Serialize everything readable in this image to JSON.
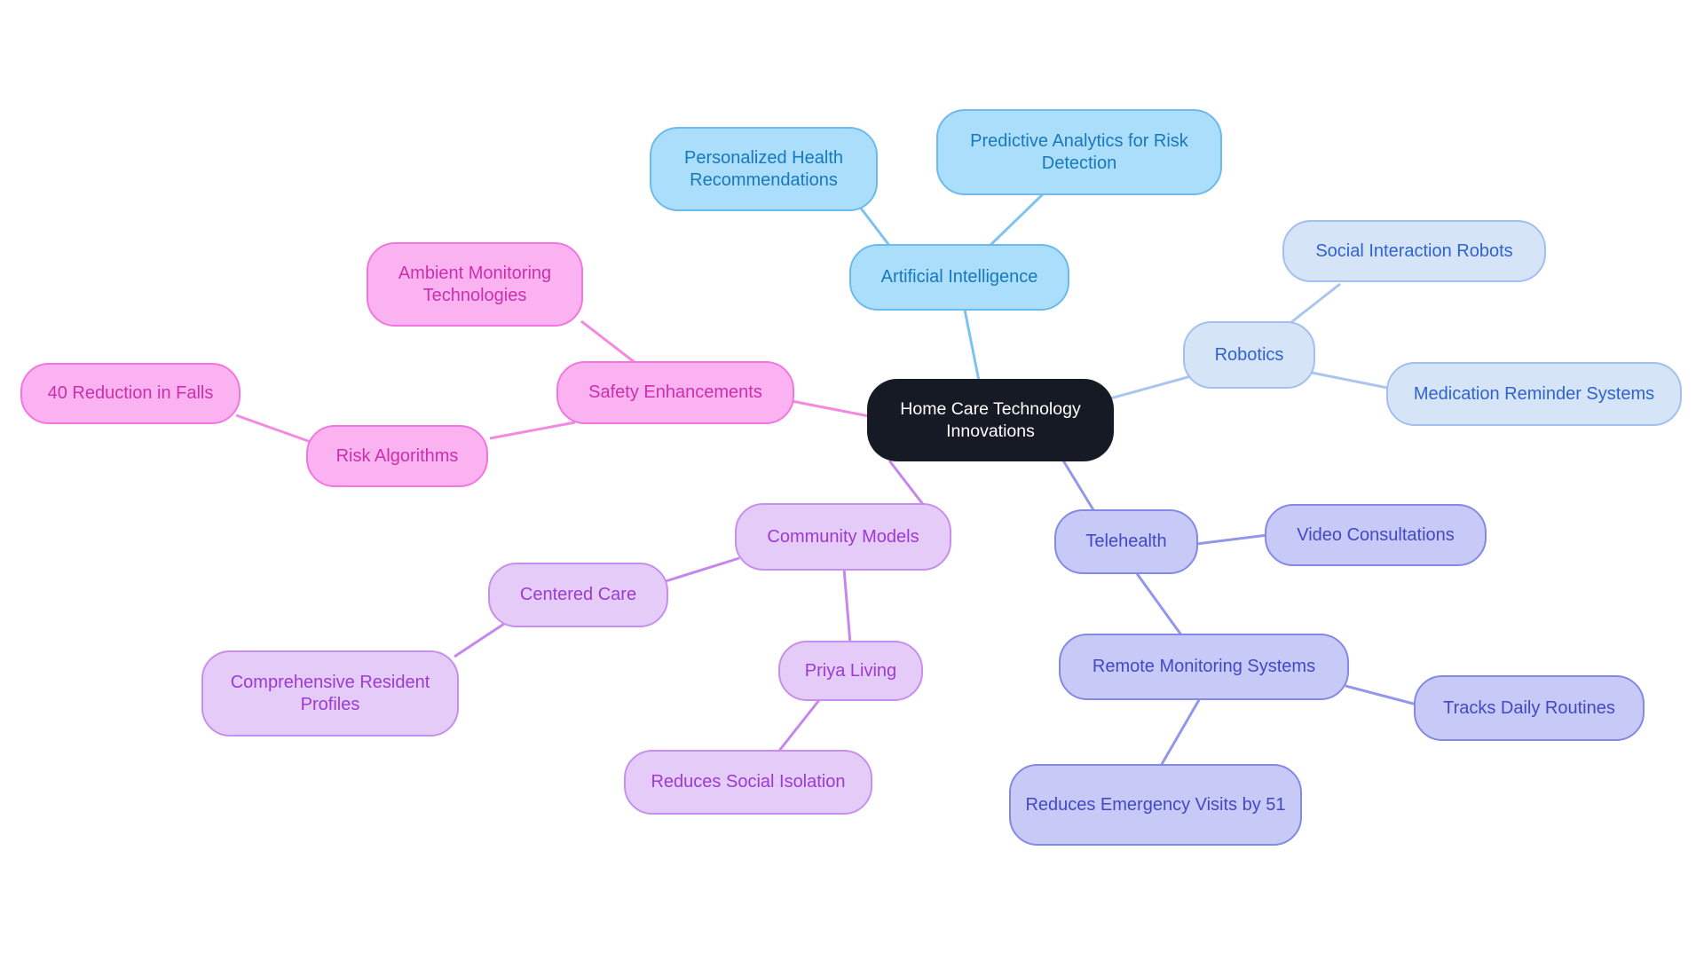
{
  "diagram": {
    "title": "Home Care Technology Innovations mind map",
    "background": "#ffffff",
    "root": {
      "label": "Home Care Technology Innovations"
    },
    "branches": [
      {
        "key": "ai",
        "label": "Artificial Intelligence",
        "children": [
          {
            "label": "Personalized Health Recommendations"
          },
          {
            "label": "Predictive Analytics for Risk Detection"
          }
        ]
      },
      {
        "key": "robotics",
        "label": "Robotics",
        "children": [
          {
            "label": "Social Interaction Robots"
          },
          {
            "label": "Medication Reminder Systems"
          }
        ]
      },
      {
        "key": "telehealth",
        "label": "Telehealth",
        "children": [
          {
            "label": "Video Consultations"
          },
          {
            "label": "Remote Monitoring Systems",
            "children": [
              {
                "label": "Tracks Daily Routines"
              },
              {
                "label": "Reduces Emergency Visits by 51"
              }
            ]
          }
        ]
      },
      {
        "key": "community",
        "label": "Community Models",
        "children": [
          {
            "label": "Centered Care",
            "children": [
              {
                "label": "Comprehensive Resident Profiles"
              }
            ]
          },
          {
            "label": "Priya Living",
            "children": [
              {
                "label": "Reduces Social Isolation"
              }
            ]
          }
        ]
      },
      {
        "key": "safety",
        "label": "Safety Enhancements",
        "children": [
          {
            "label": "Ambient Monitoring Technologies"
          },
          {
            "label": "Risk Algorithms",
            "children": [
              {
                "label": "40 Reduction in Falls"
              }
            ]
          }
        ]
      }
    ],
    "palette": {
      "root": {
        "fill": "#161A25",
        "border": "#161A25",
        "text": "#FFFFFF",
        "line": "#161A25"
      },
      "ai": {
        "fill": "#ABDEFA",
        "border": "#6CBAEE",
        "text": "#1878BE",
        "line": "#7EC3F0"
      },
      "robotics": {
        "fill": "#D6E4F8",
        "border": "#A3BFEF",
        "text": "#2F63D0",
        "line": "#A9C5F0"
      },
      "telehealth": {
        "fill": "#C7CAF6",
        "border": "#8489E5",
        "text": "#4348C4",
        "line": "#9297EA"
      },
      "community": {
        "fill": "#E5CBF7",
        "border": "#C88FEC",
        "text": "#9C3AD2",
        "line": "#C687EC"
      },
      "safety": {
        "fill": "#FAB3F0",
        "border": "#F276DF",
        "text": "#CD2FAC",
        "line": "#F28ADF"
      }
    }
  }
}
